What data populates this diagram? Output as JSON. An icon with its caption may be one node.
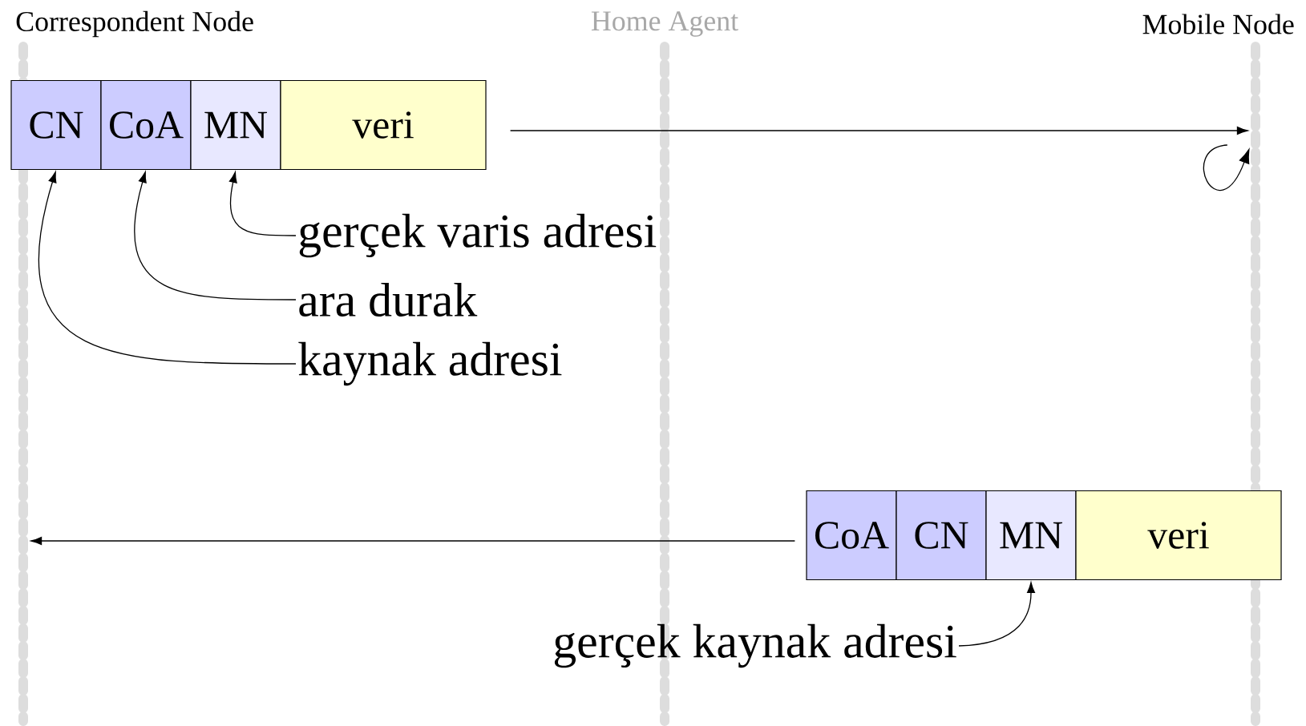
{
  "diagram": {
    "nodes": [
      {
        "text": [],
        "shape": "bar",
        "beside": [
          "Correspondent Node"
        ]
      },
      {
        "text": [],
        "shape": "bar",
        "beside": [
          "Home Agent"
        ]
      },
      {
        "text": [],
        "shape": "bar",
        "beside": [
          "Mobile Node"
        ]
      },
      {
        "text": [
          "CN"
        ]
      },
      {
        "text": [
          "CoA"
        ]
      },
      {
        "text": [
          "MN"
        ]
      },
      {
        "text": [
          "veri"
        ]
      },
      {
        "text": [
          "gerçek varis adresi"
        ]
      },
      {
        "text": [
          "ara durak"
        ]
      },
      {
        "text": [
          "kaynak adresi"
        ]
      },
      {
        "text": [
          "CoA"
        ]
      },
      {
        "text": [
          "CN"
        ]
      },
      {
        "text": [
          "MN"
        ]
      },
      {
        "text": [
          "veri"
        ]
      },
      {
        "text": [
          "gerçek kaynak adresi"
        ]
      }
    ],
    "edges": [
      {
        "from": 6,
        "to": 2,
        "arrow": "to"
      },
      {
        "from": null,
        "to": 2,
        "arrow": "to"
      },
      {
        "from": 7,
        "to": 5,
        "arrow": "to"
      },
      {
        "from": 8,
        "to": 4,
        "arrow": "to"
      },
      {
        "from": 9,
        "to": 3,
        "arrow": "to"
      },
      {
        "from": 10,
        "to": 0,
        "arrow": "to"
      },
      {
        "from": 14,
        "to": 12,
        "arrow": "to"
      }
    ]
  }
}
